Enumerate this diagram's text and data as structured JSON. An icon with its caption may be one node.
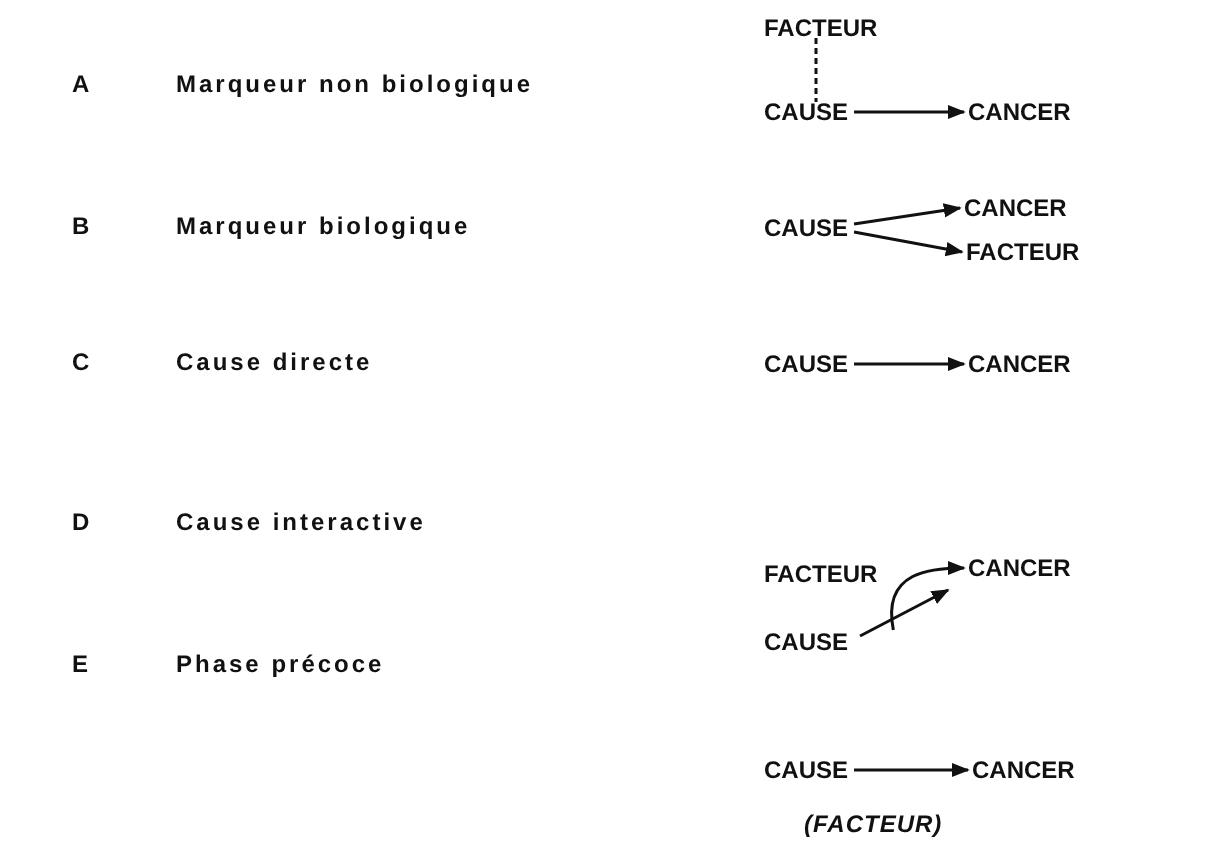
{
  "diagram": {
    "nodes": [
      {
        "text": [
          "FACTEUR"
        ]
      },
      {
        "text": [
          "CAUSE"
        ]
      },
      {
        "text": [
          "CANCER"
        ]
      },
      {
        "text": [
          "CAUSE"
        ]
      },
      {
        "text": [
          "CANCER"
        ]
      },
      {
        "text": [
          "FACTEUR"
        ]
      },
      {
        "text": [
          "CAUSE"
        ]
      },
      {
        "text": [
          "CANCER"
        ]
      },
      {
        "text": [
          "FACTEUR"
        ]
      },
      {
        "text": [
          "CAUSE"
        ]
      },
      {
        "text": [
          "CANCER"
        ]
      },
      {
        "text": [
          "CAUSE"
        ]
      },
      {
        "text": [
          "CANCER"
        ]
      }
    ],
    "edges": [
      {
        "from": 0,
        "to": 1,
        "arrow": "none",
        "style": "dashed"
      },
      {
        "from": 1,
        "to": 2,
        "arrow": "to"
      },
      {
        "from": 3,
        "to": 4,
        "arrow": "to"
      },
      {
        "from": 3,
        "to": 5,
        "arrow": "to"
      },
      {
        "from": 6,
        "to": 7,
        "arrow": "to"
      },
      {
        "from": 8,
        "to": 10,
        "arrow": "to"
      },
      {
        "from": 9,
        "to": 10,
        "arrow": "to"
      },
      {
        "from": 11,
        "to": 12,
        "arrow": "to"
      }
    ],
    "labels": [
      "A",
      "Marqueur non biologique",
      "B",
      "Marqueur biologique",
      "C",
      "Cause directe",
      "D",
      "Cause interactive",
      "E",
      "Phase précoce",
      "(FACTEUR)"
    ]
  }
}
